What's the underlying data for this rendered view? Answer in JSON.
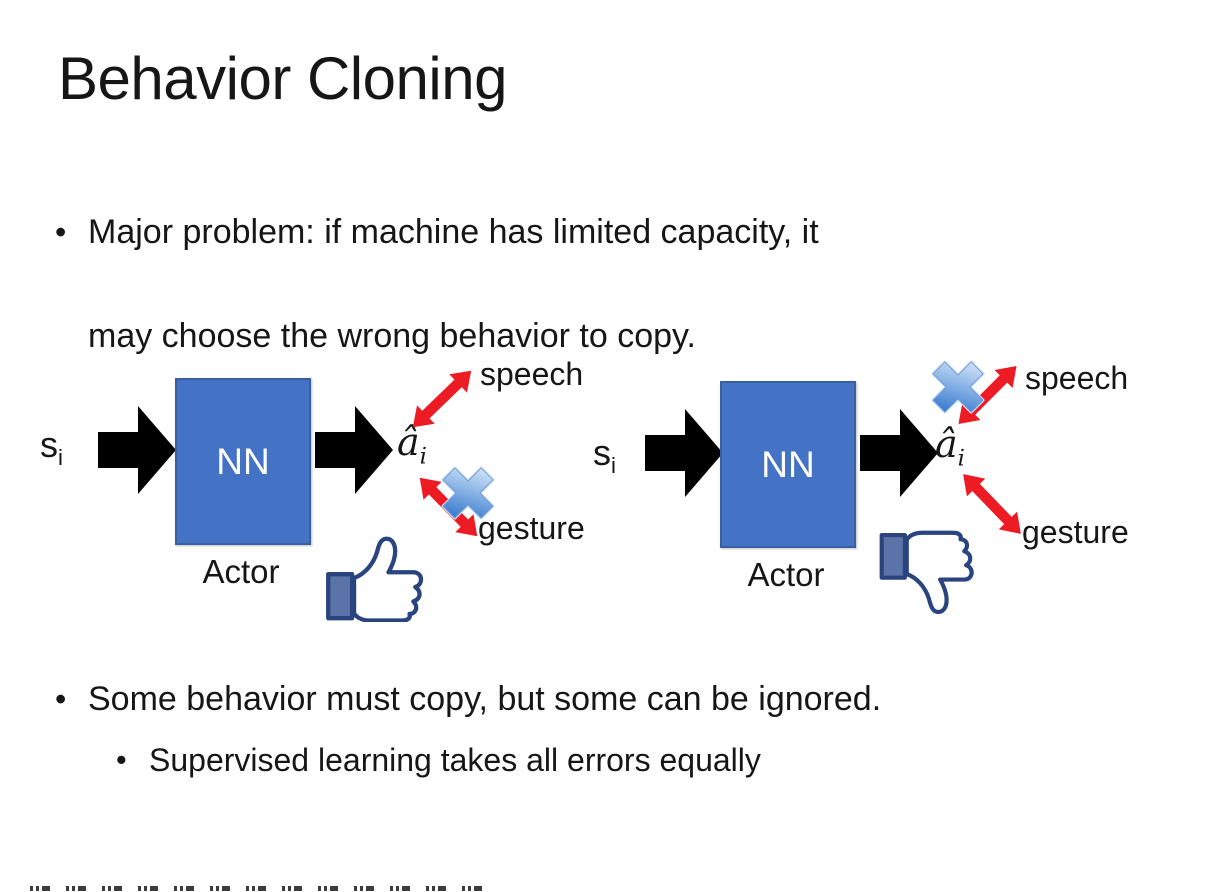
{
  "slide": {
    "title": "Behavior Cloning",
    "bullets": {
      "marker": "•",
      "b1_line1": "Major problem: if machine has limited capacity, it",
      "b1_line2": "may choose the wrong behavior to copy.",
      "b2": "Some behavior must copy, but some can be ignored.",
      "b2_sub": "Supervised learning takes all errors equally"
    }
  },
  "diagram_left": {
    "input_label": "s",
    "input_sub": "i",
    "node_label": "NN",
    "node_caption": "Actor",
    "output_label": "â",
    "output_sub": "i",
    "branch_top": "speech",
    "branch_bottom": "gesture",
    "crossed_branch": "gesture",
    "feedback_icon": "thumbs-up-icon"
  },
  "diagram_right": {
    "input_label": "s",
    "input_sub": "i",
    "node_label": "NN",
    "node_caption": "Actor",
    "output_label": "â",
    "output_sub": "i",
    "branch_top": "speech",
    "branch_bottom": "gesture",
    "crossed_branch": "speech",
    "feedback_icon": "thumbs-down-icon"
  },
  "colors": {
    "text": "#161616",
    "nn_box_fill": "#4472C4",
    "nn_box_border": "#3A5F9E",
    "arrow_black": "#000000",
    "arrow_red": "#ED1C24",
    "cross_blue": "#4A86D8",
    "thumb_outline": "#29447E",
    "thumb_cuff": "#5B74A8"
  }
}
